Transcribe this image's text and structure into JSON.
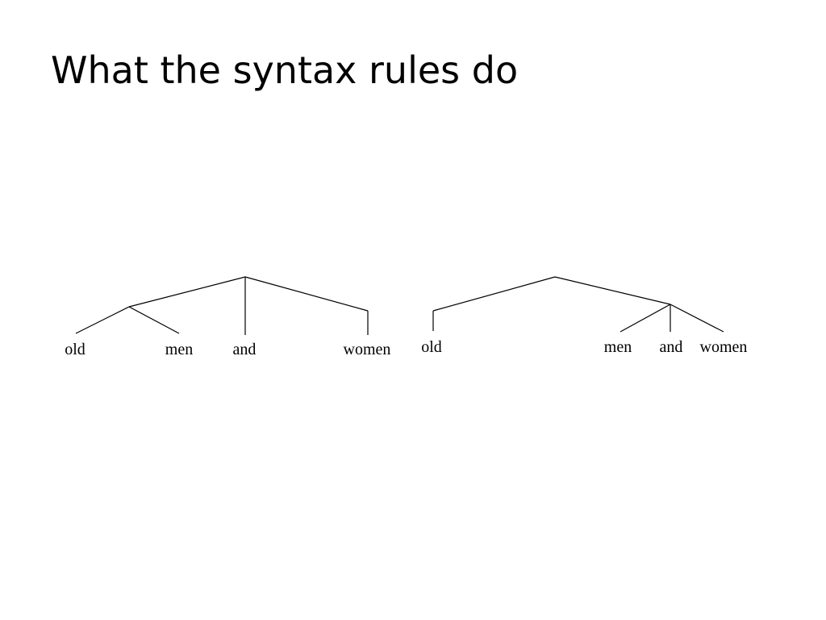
{
  "slide": {
    "title": "What the syntax rules do"
  },
  "trees": [
    {
      "words": [
        "old",
        "men",
        "and",
        "women"
      ]
    },
    {
      "words": [
        "old",
        "men",
        "and",
        "women"
      ]
    }
  ]
}
